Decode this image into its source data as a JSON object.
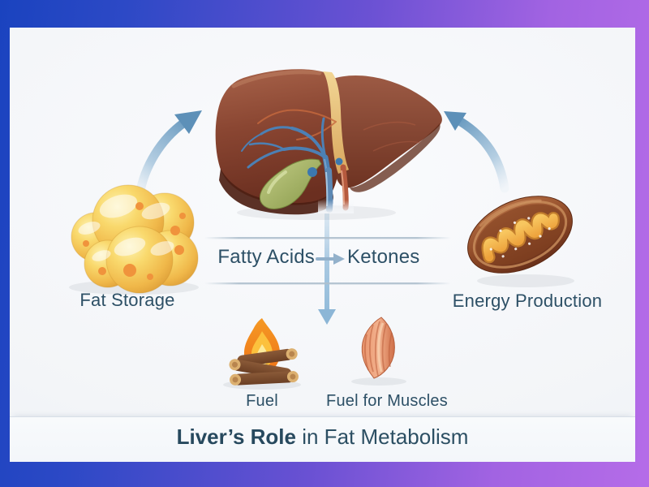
{
  "frame": {
    "border_colors": {
      "left_blue": "#1a43bf",
      "middle": "#6a51d3",
      "right_purple": "#b56ce8"
    },
    "card_background": "#f3f5f8"
  },
  "title": {
    "emphasis": "Liver’s Role",
    "rest": " in Fat Metabolism"
  },
  "process": {
    "input_label": "Fatty Acids",
    "output_label": "Ketones"
  },
  "nodes": {
    "fat_storage": {
      "label": "Fat Storage",
      "icon": "fat-cells-icon"
    },
    "liver": {
      "icon": "liver-icon"
    },
    "energy_production": {
      "label": "Energy Production",
      "icon": "mitochondria-icon"
    },
    "fuel": {
      "label": "Fuel",
      "icon": "campfire-icon"
    },
    "fuel_for_muscles": {
      "label": "Fuel for Muscles",
      "icon": "muscle-icon"
    }
  },
  "colors": {
    "label_text": "#2d5066",
    "title_text": "#27495e",
    "arrow_blue": "#5d90b8",
    "arrow_light_blue": "#a9c9e2"
  }
}
